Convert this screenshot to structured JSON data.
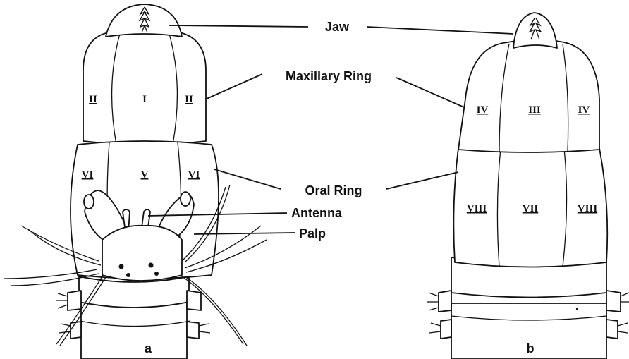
{
  "labels": {
    "jaw": "Jaw",
    "maxillary_ring": "Maxillary Ring",
    "oral_ring": "Oral Ring",
    "antenna": "Antenna",
    "palp": "Palp"
  },
  "panels": {
    "a": {
      "caption": "a",
      "areas": [
        "II",
        "I",
        "II",
        "VI",
        "V",
        "VI"
      ]
    },
    "b": {
      "caption": "b",
      "areas": [
        "IV",
        "III",
        "IV",
        "VIII",
        "VII",
        "VIII"
      ]
    }
  }
}
